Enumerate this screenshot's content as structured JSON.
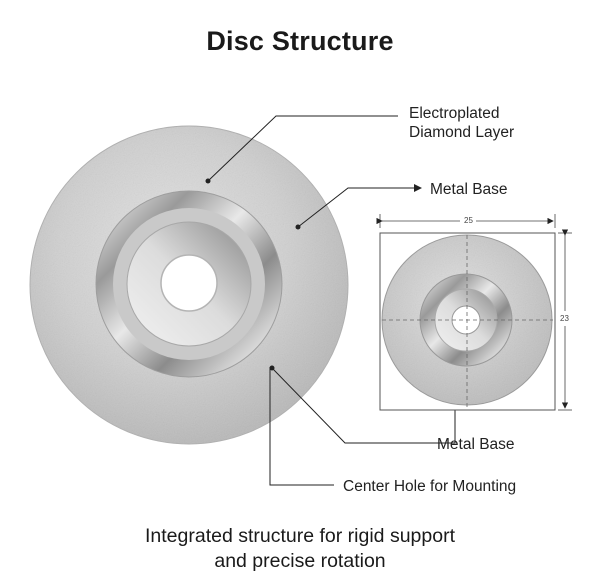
{
  "title": "Disc Structure",
  "labels": {
    "electroplated_line1": "Electroplated",
    "electroplated_line2": "Diamond Layer",
    "metal_base_top": "Metal Base",
    "metal_base_bottom": "Metal Base",
    "center_hole": "Center Hole for Mounting"
  },
  "dimensions": {
    "width": "25",
    "height": "23"
  },
  "caption": {
    "line1": "Integrated structure for rigid support",
    "line2": "and precise rotation"
  }
}
